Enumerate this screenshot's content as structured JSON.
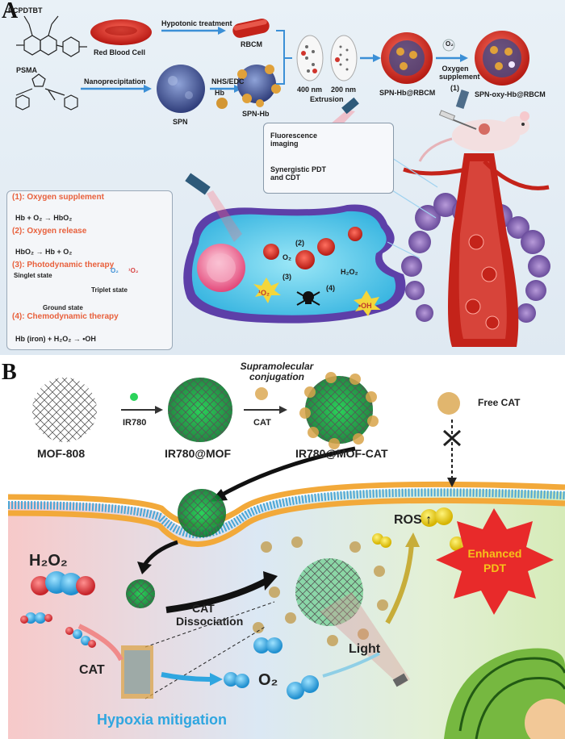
{
  "panel_a": {
    "letter": "A",
    "polymer1": "PCPDTBT",
    "polymer2": "PSMA",
    "red_blood_cell": "Red Blood Cell",
    "hypotonic": "Hypotonic treatment",
    "rbcm": "RBCM",
    "nanoprecipitation": "Nanoprecipitation",
    "nhs": "NHS/EDC",
    "hb": "Hb",
    "spn": "SPN",
    "spn_hb": "SPN-Hb",
    "pore1": "400 nm",
    "pore2": "200 nm",
    "extrusion": "Extrusion",
    "spn_hb_rbcm": "SPN-Hb@RBCM",
    "oxygen_supplement_step": "Oxygen supplement",
    "step1": "(1)",
    "spn_oxy": "SPN-oxy-Hb@RBCM",
    "o2_small": "O₂",
    "callout_fluor": "Fluorescence imaging",
    "callout_synergy": "Synergistic PDT and CDT",
    "legend": [
      {
        "head": "(1): Oxygen supplement",
        "eq": "Hb + O₂ → HbO₂"
      },
      {
        "head": "(2): Oxygen release",
        "eq": "HbO₂ → Hb + O₂"
      },
      {
        "head": "(3): Photodynamic therapy",
        "singlet": "Singlet state",
        "triplet": "Triplet state",
        "ground": "Ground state",
        "o2": "O₂",
        "o2s": "¹O₂"
      },
      {
        "head": "(4): Chemodynamic therapy",
        "eq": "Hb (iron) + H₂O₂ → •OH"
      }
    ],
    "cell_labels": {
      "s2": "(2)",
      "s3": "(3)",
      "s4": "(4)",
      "o2": "O₂",
      "so": "¹O₂",
      "h2o2": "H₂O₂",
      "oh": "•OH"
    }
  },
  "panel_b": {
    "letter": "B",
    "supra": "Supramolecular conjugation",
    "mof": "MOF-808",
    "ir780": "IR780",
    "ir780mof": "IR780@MOF",
    "cat_arrow": "CAT",
    "ir780mofcat": "IR780@MOF-CAT",
    "free_cat": "Free CAT",
    "h2o2": "H₂O₂",
    "cat_diss_1": "CAT",
    "cat_diss_2": "Dissociation",
    "cat": "CAT",
    "o2": "O₂",
    "hypoxia": "Hypoxia mitigation",
    "light": "Light",
    "ros": "ROS ↑",
    "enhanced_1": "Enhanced",
    "enhanced_2": "PDT"
  }
}
